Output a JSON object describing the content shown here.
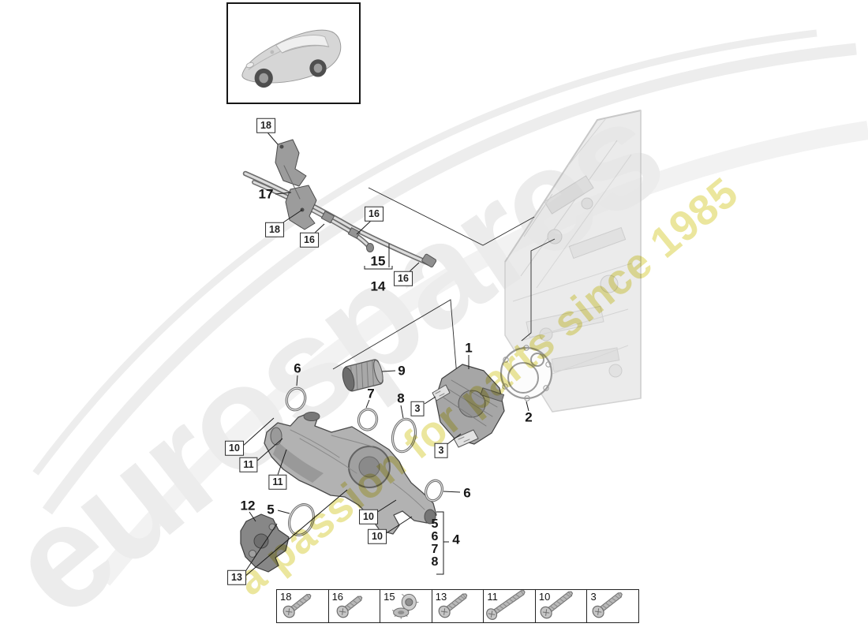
{
  "watermark": {
    "brand": "eurospares",
    "tagline": "a passion for parts since 1985",
    "brand_color": "#ececec",
    "tagline_color": "#e9e492"
  },
  "vehicle_thumbnail": {
    "name": "porsche-panamera-side-view"
  },
  "diagram": {
    "plain_labels": [
      {
        "text": "17"
      },
      {
        "text": "15"
      },
      {
        "text": "14"
      },
      {
        "text": "9"
      },
      {
        "text": "6"
      },
      {
        "text": "7"
      },
      {
        "text": "8"
      },
      {
        "text": "1"
      },
      {
        "text": "2"
      },
      {
        "text": "12"
      },
      {
        "text": "5"
      },
      {
        "text": "6"
      }
    ],
    "stacked_group": {
      "numbers": [
        "5",
        "6",
        "7",
        "8"
      ],
      "group_label": "4"
    },
    "boxed_labels": [
      {
        "text": "18"
      },
      {
        "text": "18"
      },
      {
        "text": "16"
      },
      {
        "text": "16"
      },
      {
        "text": "16"
      },
      {
        "text": "3"
      },
      {
        "text": "3"
      },
      {
        "text": "10"
      },
      {
        "text": "11"
      },
      {
        "text": "11"
      },
      {
        "text": "10"
      },
      {
        "text": "10"
      },
      {
        "text": "13"
      }
    ]
  },
  "legend": {
    "items": [
      {
        "number": "18",
        "icon": "pan-head-screw"
      },
      {
        "number": "16",
        "icon": "pan-head-screw"
      },
      {
        "number": "15",
        "icon": "sealing-plug"
      },
      {
        "number": "13",
        "icon": "pan-head-screw"
      },
      {
        "number": "11",
        "icon": "long-pan-head-screw"
      },
      {
        "number": "10",
        "icon": "pan-head-screw"
      },
      {
        "number": "3",
        "icon": "pan-head-screw"
      }
    ]
  }
}
